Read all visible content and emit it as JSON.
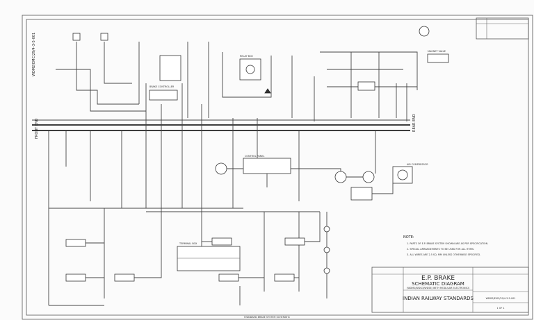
{
  "title_block": {
    "title_line1": "E.P. BRAKE",
    "title_line2": "SCHEMATIC DIAGRAM",
    "title_line3": "(WDM2/WDG3/WDS6) WITH MODULAR ELECTRONICS",
    "org": "INDIAN RAILWAY STANDARDS",
    "drawing_no": "WDM2/EMC/29/4-3-5-001",
    "sheet": "1 OF 1"
  },
  "margin_label": "WDM2/EMC/29/4-3-5-001",
  "end_labels": {
    "left": "FRONT END",
    "right": "REAR END"
  },
  "notes": {
    "heading": "NOTE:",
    "items": [
      "1. PARTS OF E.P. BRAKE SYSTEM SHOWN ARE AS PER SPECIFICATION.",
      "2. SPECIAL ARRANGEMENTS TO BE USED FOR ALL ITEMS.",
      "3. ALL WIRES ARE 2.5 SQ. MM UNLESS OTHERWISE SPECIFIED."
    ]
  },
  "component_labels": {
    "brake_controller": "BRAKE CONTROLLER",
    "relay_box": "RELAY BOX",
    "air_compressor": "AIR COMPRESSOR",
    "magnet_valve": "MAGNET VALVE",
    "control_panel": "CONTROL PANEL",
    "terminal_box": "TERMINAL BOX"
  },
  "footer_text": "STANDARD BRAKE SYSTEM SCHEMATIC"
}
